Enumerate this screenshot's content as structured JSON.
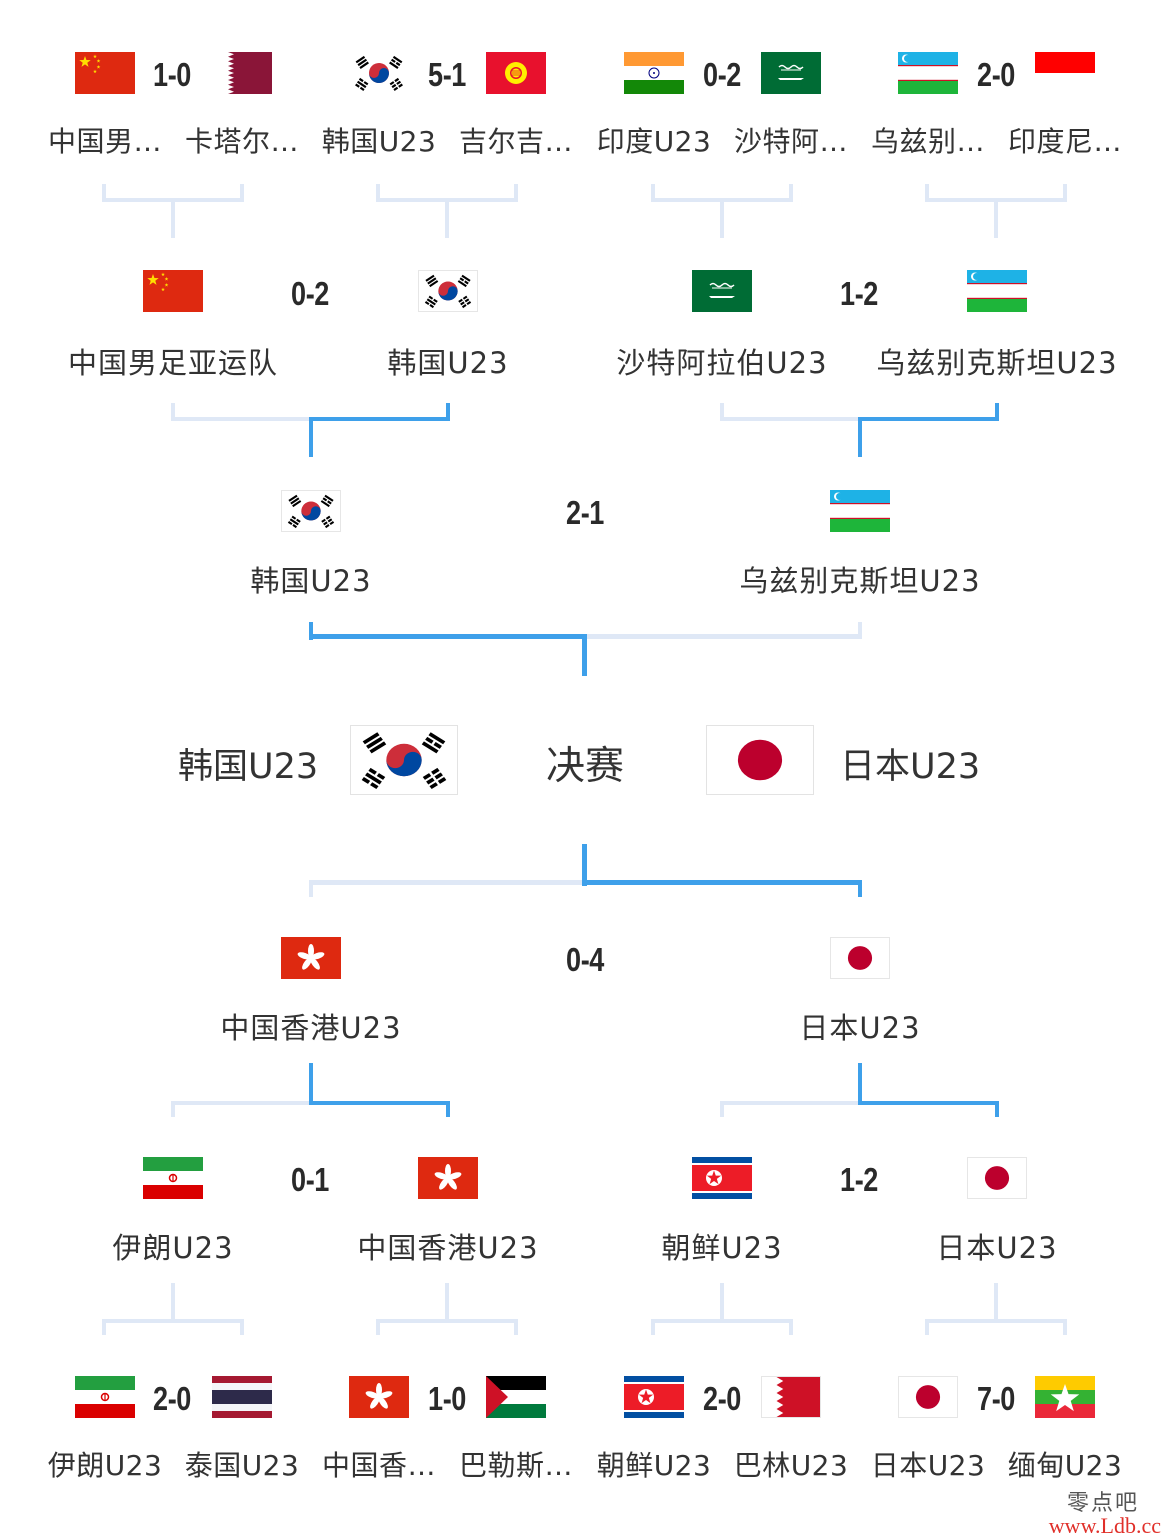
{
  "top_round1": [
    {
      "score": "1-0",
      "left": {
        "name": "中国男…",
        "flag": "china-flag"
      },
      "right": {
        "name": "卡塔尔…",
        "flag": "qatar-flag"
      }
    },
    {
      "score": "5-1",
      "left": {
        "name": "韩国U23",
        "flag": "korea-flag"
      },
      "right": {
        "name": "吉尔吉…",
        "flag": "kyrgyzstan-flag"
      }
    },
    {
      "score": "0-2",
      "left": {
        "name": "印度U23",
        "flag": "india-flag"
      },
      "right": {
        "name": "沙特阿…",
        "flag": "saudi-flag"
      }
    },
    {
      "score": "2-0",
      "left": {
        "name": "乌兹别…",
        "flag": "uzbekistan-flag"
      },
      "right": {
        "name": "印度尼…",
        "flag": "indonesia-flag"
      }
    }
  ],
  "top_round2": [
    {
      "score": "0-2",
      "left": {
        "name": "中国男足亚运队",
        "flag": "china-flag"
      },
      "right": {
        "name": "韩国U23",
        "flag": "korea-flag"
      }
    },
    {
      "score": "1-2",
      "left": {
        "name": "沙特阿拉伯U23",
        "flag": "saudi-flag"
      },
      "right": {
        "name": "乌兹别克斯坦U23",
        "flag": "uzbekistan-flag"
      }
    }
  ],
  "top_semi": {
    "score": "2-1",
    "left": {
      "name": "韩国U23",
      "flag": "korea-flag"
    },
    "right": {
      "name": "乌兹别克斯坦U23",
      "flag": "uzbekistan-flag"
    }
  },
  "final": {
    "title": "决赛",
    "left": {
      "name": "韩国U23",
      "flag": "korea-flag"
    },
    "right": {
      "name": "日本U23",
      "flag": "japan-flag"
    }
  },
  "bottom_semi": {
    "score": "0-4",
    "left": {
      "name": "中国香港U23",
      "flag": "hongkong-flag"
    },
    "right": {
      "name": "日本U23",
      "flag": "japan-flag"
    }
  },
  "bottom_round2": [
    {
      "score": "0-1",
      "left": {
        "name": "伊朗U23",
        "flag": "iran-flag"
      },
      "right": {
        "name": "中国香港U23",
        "flag": "hongkong-flag"
      }
    },
    {
      "score": "1-2",
      "left": {
        "name": "朝鲜U23",
        "flag": "northkorea-flag"
      },
      "right": {
        "name": "日本U23",
        "flag": "japan-flag"
      }
    }
  ],
  "bottom_round1": [
    {
      "score": "2-0",
      "left": {
        "name": "伊朗U23",
        "flag": "iran-flag"
      },
      "right": {
        "name": "泰国U23",
        "flag": "thailand-flag"
      }
    },
    {
      "score": "1-0",
      "left": {
        "name": "中国香…",
        "flag": "hongkong-flag"
      },
      "right": {
        "name": "巴勒斯…",
        "flag": "palestine-flag"
      }
    },
    {
      "score": "2-0",
      "left": {
        "name": "朝鲜U23",
        "flag": "northkorea-flag"
      },
      "right": {
        "name": "巴林U23",
        "flag": "bahrain-flag"
      }
    },
    {
      "score": "7-0",
      "left": {
        "name": "日本U23",
        "flag": "japan-flag"
      },
      "right": {
        "name": "缅甸U23",
        "flag": "myanmar-flag"
      }
    }
  ],
  "watermark": {
    "text": "零点吧",
    "url": "www.Ldb.cc"
  }
}
